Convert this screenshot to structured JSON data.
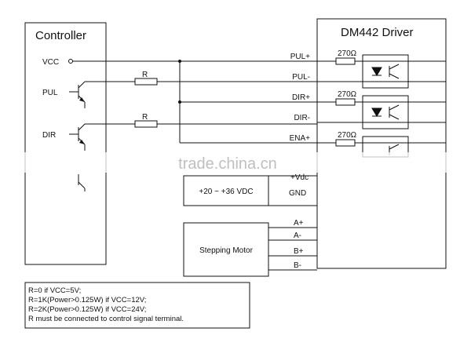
{
  "controller": {
    "title": "Controller",
    "vcc": "VCC",
    "pul": "PUL",
    "dir": "DIR",
    "resistor": "R"
  },
  "driver": {
    "title": "DM442 Driver",
    "pins": {
      "pul_plus": "PUL+",
      "pul_minus": "PUL-",
      "dir_plus": "DIR+",
      "dir_minus": "DIR-",
      "ena_plus": "ENA+",
      "vdc": "+Vdc",
      "gnd": "GND",
      "a_plus": "A+",
      "a_minus": "A-",
      "b_plus": "B+",
      "b_minus": "B-"
    },
    "resistor_value": "270Ω"
  },
  "power_supply": {
    "label": "+20 ~ +36 VDC"
  },
  "motor": {
    "label": "Stepping Motor"
  },
  "notes": [
    "R=0 if VCC=5V;",
    "R=1K(Power>0.125W) if VCC=12V;",
    "R=2K(Power>0.125W) if VCC=24V;",
    "R must be connected to control signal terminal."
  ],
  "watermark": "trade.china.cn"
}
